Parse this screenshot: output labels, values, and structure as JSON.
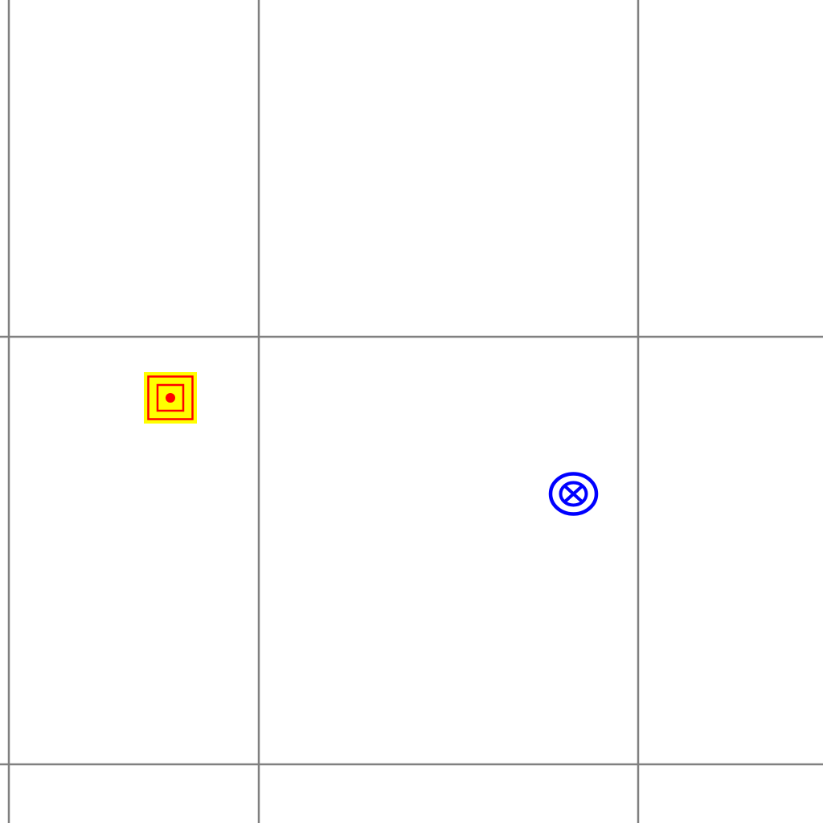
{
  "map": {
    "background_color": "#ffffff",
    "grid_line_color": "#808080",
    "grid_lines": 6,
    "markers": [
      {
        "name": "concentric-square-marker-icon",
        "shape": "concentric-squares-with-dot",
        "fill_color": "#ffff00",
        "stroke_color": "#ff0000"
      },
      {
        "name": "circled-x-marker-icon",
        "shape": "double-circle-with-x",
        "stroke_color": "#0000ff"
      }
    ]
  }
}
